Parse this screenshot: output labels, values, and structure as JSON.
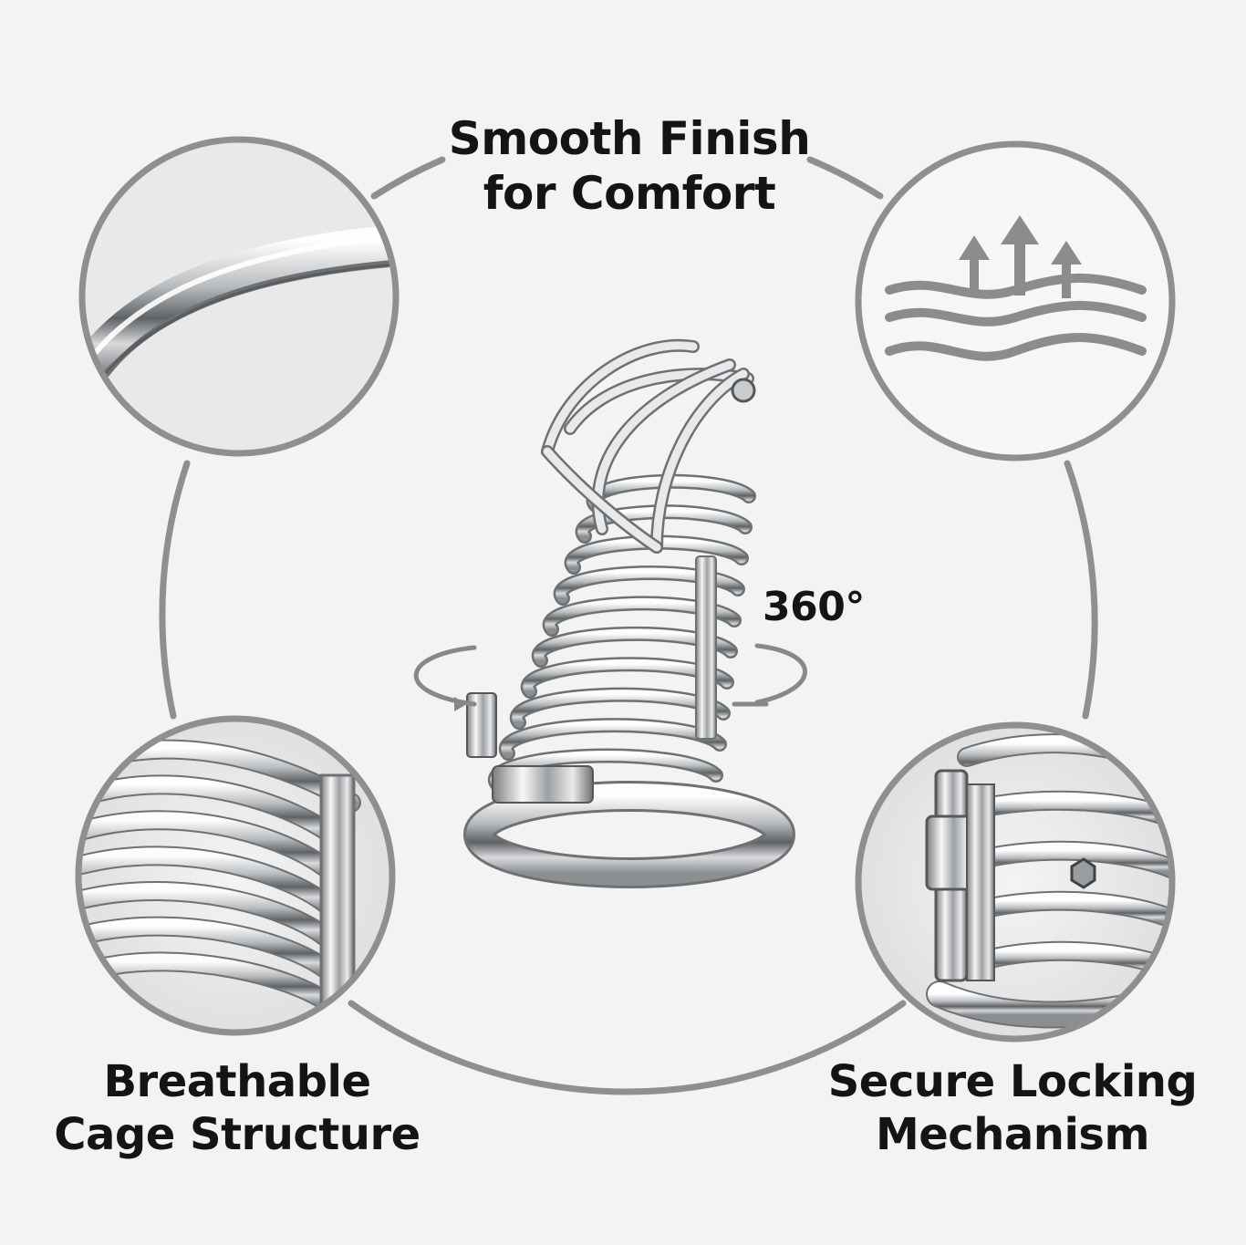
{
  "features": {
    "smooth_finish": {
      "line1": "Smooth Finish",
      "line2": "for Comfort"
    },
    "breathable": {
      "line1": "Breathable",
      "line2": "Cage Structure"
    },
    "secure_lock": {
      "line1": "Secure Locking",
      "line2": "Mechanism"
    }
  },
  "rotation_label": "360°",
  "icons": [
    "airflow-arrows-icon",
    "wave-lines-icon",
    "rotation-arrow-icon"
  ],
  "colors": {
    "background": "#f3f3f2",
    "ring": "#8a8a8a",
    "text": "#141414",
    "metal_light": "#f4f4f4",
    "metal_dark": "#6f7275"
  }
}
